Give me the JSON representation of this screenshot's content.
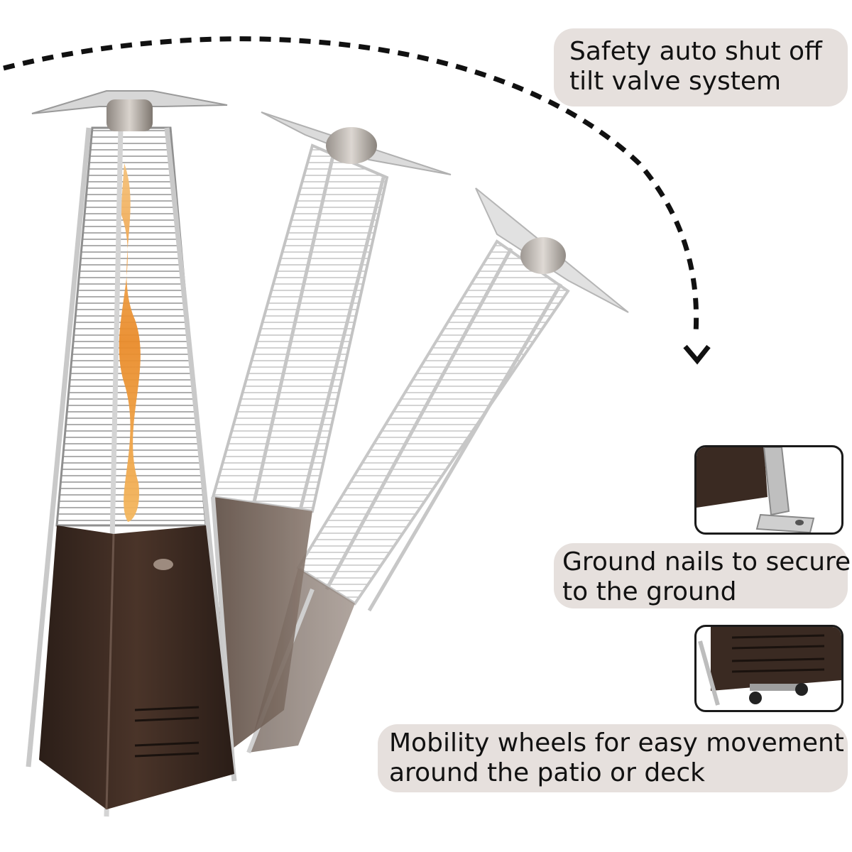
{
  "callouts": {
    "tilt_valve": {
      "line1": "Safety auto shut off",
      "line2": "tilt valve system"
    },
    "ground_nails": {
      "line1": "Ground nails to secure",
      "line2": " to the ground"
    },
    "wheels": {
      "line1": "Mobility wheels for easy movement",
      "line2": "around the patio or deck"
    }
  },
  "colors": {
    "callout_background": "#e6e0dd",
    "heater_base_bronze": "#3a2a22",
    "flame_orange": "#e8902a",
    "steel": "#c9c9c9",
    "arrow": "#111111"
  },
  "icons": {
    "tilt_arrow": "dashed-curved-arrow-icon"
  }
}
